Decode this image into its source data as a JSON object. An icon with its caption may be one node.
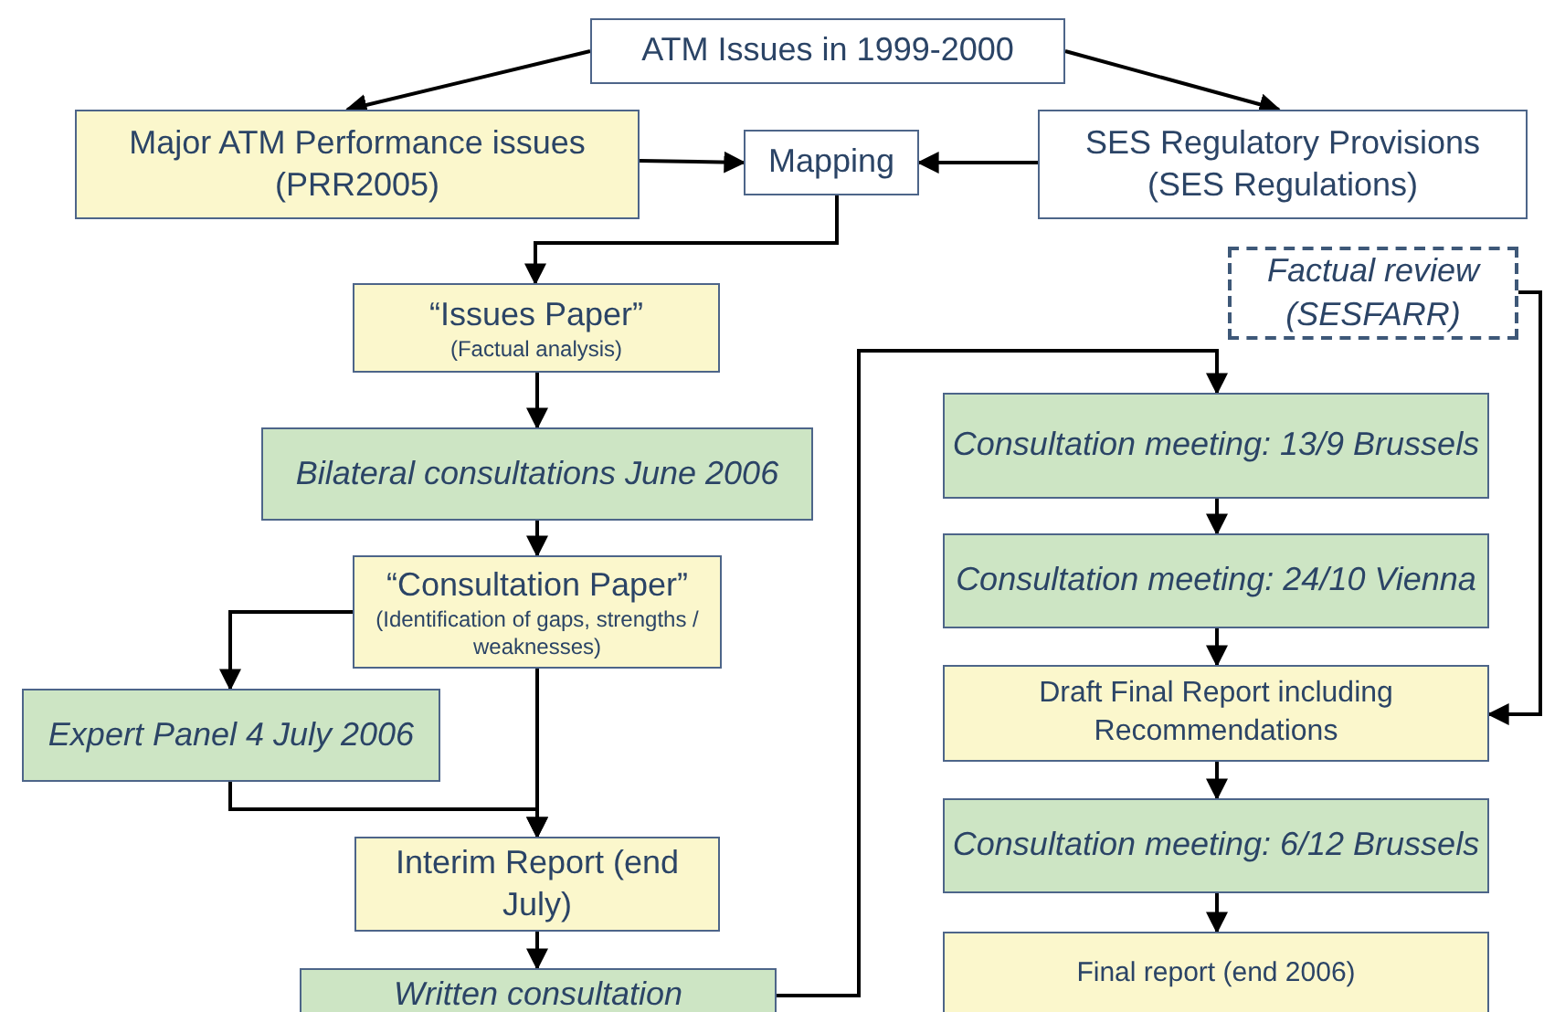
{
  "diagram": {
    "nodes": [
      {
        "text": [
          "ATM Issues in 1999-2000"
        ]
      },
      {
        "text": [
          "Major ATM Performance issues (PRR2005)"
        ]
      },
      {
        "text": [
          "Mapping"
        ]
      },
      {
        "text": [
          "SES Regulatory Provisions (SES Regulations)"
        ]
      },
      {
        "text": [
          "“Issues Paper”",
          "(Factual analysis)"
        ]
      },
      {
        "text": [
          "Factual review (SESFARR)"
        ]
      },
      {
        "text": [
          "Bilateral consultations June 2006"
        ]
      },
      {
        "text": [
          "“Consultation Paper”",
          "(Identification of gaps, strengths / weaknesses)"
        ]
      },
      {
        "text": [
          "Expert Panel 4 July 2006"
        ]
      },
      {
        "text": [
          "Interim Report (end July)"
        ]
      },
      {
        "text": [
          "Written consultation"
        ]
      },
      {
        "text": [
          "Consultation meeting: 13/9 Brussels"
        ]
      },
      {
        "text": [
          "Consultation meeting: 24/10 Vienna"
        ]
      },
      {
        "text": [
          "Draft Final Report including Recommendations"
        ]
      },
      {
        "text": [
          "Consultation meeting: 6/12 Brussels"
        ]
      },
      {
        "text": [
          "Final report (end 2006)"
        ]
      }
    ],
    "edges": [
      {
        "from": 0,
        "to": 1,
        "arrow": "to"
      },
      {
        "from": 0,
        "to": 3,
        "arrow": "to"
      },
      {
        "from": 1,
        "to": 2,
        "arrow": "to"
      },
      {
        "from": 3,
        "to": 2,
        "arrow": "to"
      },
      {
        "from": 2,
        "to": 4,
        "arrow": "to"
      },
      {
        "from": 4,
        "to": 6,
        "arrow": "to"
      },
      {
        "from": 6,
        "to": 7,
        "arrow": "to"
      },
      {
        "from": 7,
        "to": 8,
        "arrow": "to"
      },
      {
        "from": 7,
        "to": 9,
        "arrow": "to"
      },
      {
        "from": 8,
        "to": 9,
        "arrow": "to"
      },
      {
        "from": 9,
        "to": 10,
        "arrow": "to"
      },
      {
        "from": 10,
        "to": 11,
        "arrow": "to"
      },
      {
        "from": 11,
        "to": 12,
        "arrow": "to"
      },
      {
        "from": 12,
        "to": 13,
        "arrow": "to"
      },
      {
        "from": 13,
        "to": 14,
        "arrow": "to"
      },
      {
        "from": 14,
        "to": 15,
        "arrow": "to"
      },
      {
        "from": 5,
        "to": 13,
        "arrow": "to"
      }
    ]
  }
}
